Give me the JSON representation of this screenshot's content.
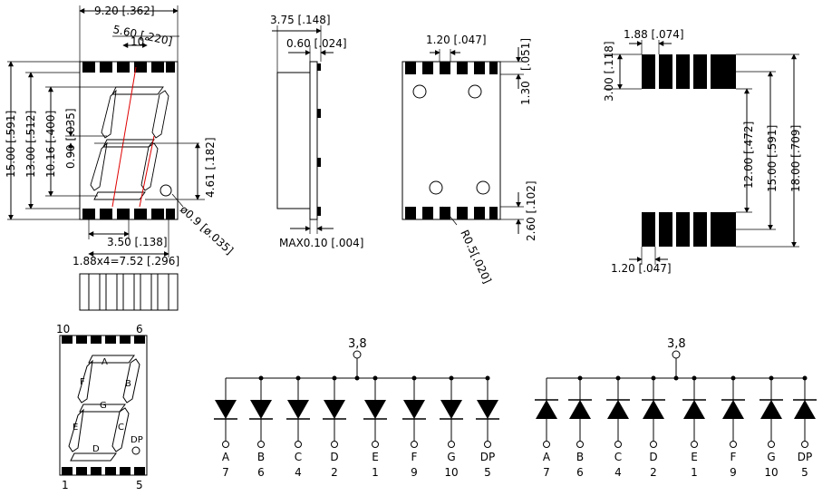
{
  "front_view": {
    "dim_total_width": "9.20 [.362]",
    "dim_digit_width": "5.60 [.220]",
    "dim_slant_angle": "10°",
    "dim_total_height": "15.00 [.591]",
    "dim_body_height": "13.00 [.512]",
    "dim_digit_height": "10.16 [.400]",
    "dim_segment_width": "0.90 [.035]",
    "dim_half_height": "4.61 [.182]",
    "dim_dp_diameter": "ø0.9 [ø.035]",
    "dim_half_width": "3.50 [.138]",
    "dim_pin_pitch": "1.88x4=7.52 [.296]"
  },
  "side_view": {
    "dim_depth": "3.75 [.148]",
    "dim_window": "0.60 [.024]",
    "dim_max_gap": "MAX0.10 [.004]"
  },
  "back_view": {
    "dim_pad_width": "1.20 [.047]",
    "dim_pad_top": "[.051]",
    "dim_pad_top_mm": "1.30",
    "dim_pad_bottom": "2.60 [.102]",
    "dim_radius": "R0.5[.020]"
  },
  "footprint": {
    "dim_pad_pitch": "1.88 [.074]",
    "dim_pad_len": "3.00 [.118]",
    "dim_inner_gap": "12.00 [.472]",
    "dim_center": "15.00 [.591]",
    "dim_outer": "18.00 [.709]",
    "dim_pad_width": "1.20 [.047]"
  },
  "pin_diagram": {
    "pin_top_left": "10",
    "pin_top_right": "6",
    "pin_bottom_left": "1",
    "pin_bottom_right": "5",
    "segments": [
      "A",
      "B",
      "C",
      "D",
      "E",
      "F",
      "G"
    ],
    "dp": "DP"
  },
  "circuit_common_anode": {
    "common_pins": "3,8",
    "diodes": [
      {
        "seg": "A",
        "pin": "7"
      },
      {
        "seg": "B",
        "pin": "6"
      },
      {
        "seg": "C",
        "pin": "4"
      },
      {
        "seg": "D",
        "pin": "2"
      },
      {
        "seg": "E",
        "pin": "1"
      },
      {
        "seg": "F",
        "pin": "9"
      },
      {
        "seg": "G",
        "pin": "10"
      },
      {
        "seg": "DP",
        "pin": "5"
      }
    ]
  },
  "circuit_common_cathode": {
    "common_pins": "3,8",
    "diodes": [
      {
        "seg": "A",
        "pin": "7"
      },
      {
        "seg": "B",
        "pin": "6"
      },
      {
        "seg": "C",
        "pin": "4"
      },
      {
        "seg": "D",
        "pin": "2"
      },
      {
        "seg": "E",
        "pin": "1"
      },
      {
        "seg": "F",
        "pin": "9"
      },
      {
        "seg": "G",
        "pin": "10"
      },
      {
        "seg": "DP",
        "pin": "5"
      }
    ]
  }
}
